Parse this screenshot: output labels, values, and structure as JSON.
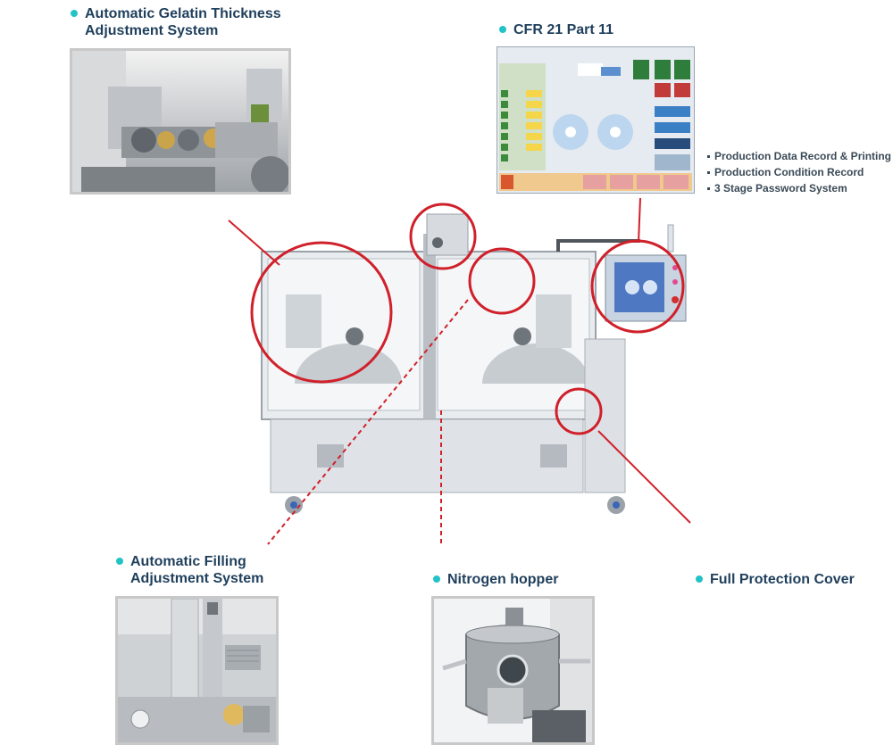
{
  "features": {
    "gelatin": {
      "line1": "Automatic Gelatin Thickness",
      "line2": "Adjustment System"
    },
    "cfr": {
      "line1": "CFR 21 Part 11"
    },
    "filling": {
      "line1": "Automatic Filling",
      "line2": "Adjustment System"
    },
    "nitrogen": {
      "line1": "Nitrogen hopper"
    },
    "cover": {
      "line1": "Full Protection Cover"
    }
  },
  "cfr_bullets": [
    "Production Data Record & Printing",
    "Production Condition Record",
    "3 Stage Password System"
  ],
  "colors": {
    "label_text": "#1f3f5c",
    "bullet_dot": "#22c3c6",
    "callout_red": "#d0202a",
    "frame_border": "#c8c8c8"
  },
  "icons": [
    "gelatin-roller-photo",
    "hmi-touchscreen-photo",
    "filling-system-photo",
    "nitrogen-hopper-photo",
    "encapsulation-machine-photo"
  ]
}
